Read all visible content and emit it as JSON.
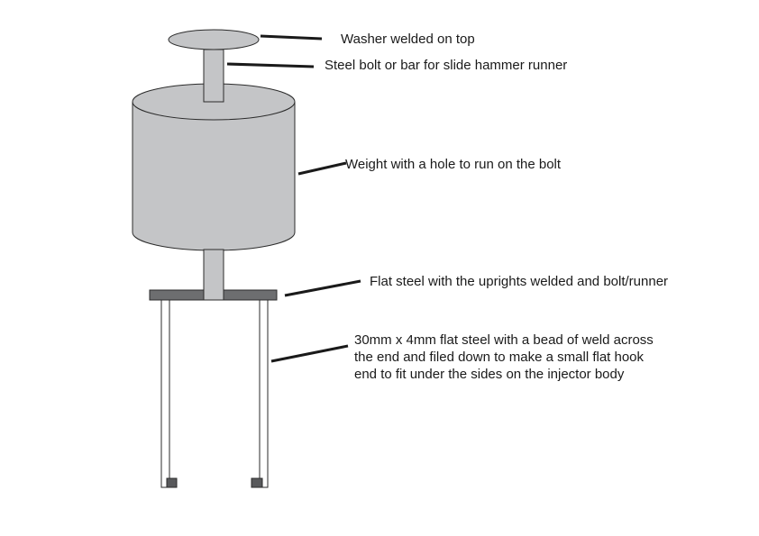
{
  "colors": {
    "part_fill": "#c4c5c7",
    "part_stroke": "#2b2b2b",
    "plate_fill": "#6d6e70",
    "upright_fill": "#ffffff",
    "hook_fill": "#58595b",
    "leader": "#1a1a1a"
  },
  "labels": {
    "washer": "Washer welded on top",
    "bolt": "Steel bolt or bar for slide hammer runner",
    "weight": "Weight with a hole to run on the bolt",
    "flat_steel": "Flat steel with the uprights welded and bolt/runner",
    "uprights": [
      "30mm x 4mm flat steel with a bead of weld across",
      "the end and filed down to make a small flat hook",
      "end to fit under the sides on the injector body"
    ]
  }
}
